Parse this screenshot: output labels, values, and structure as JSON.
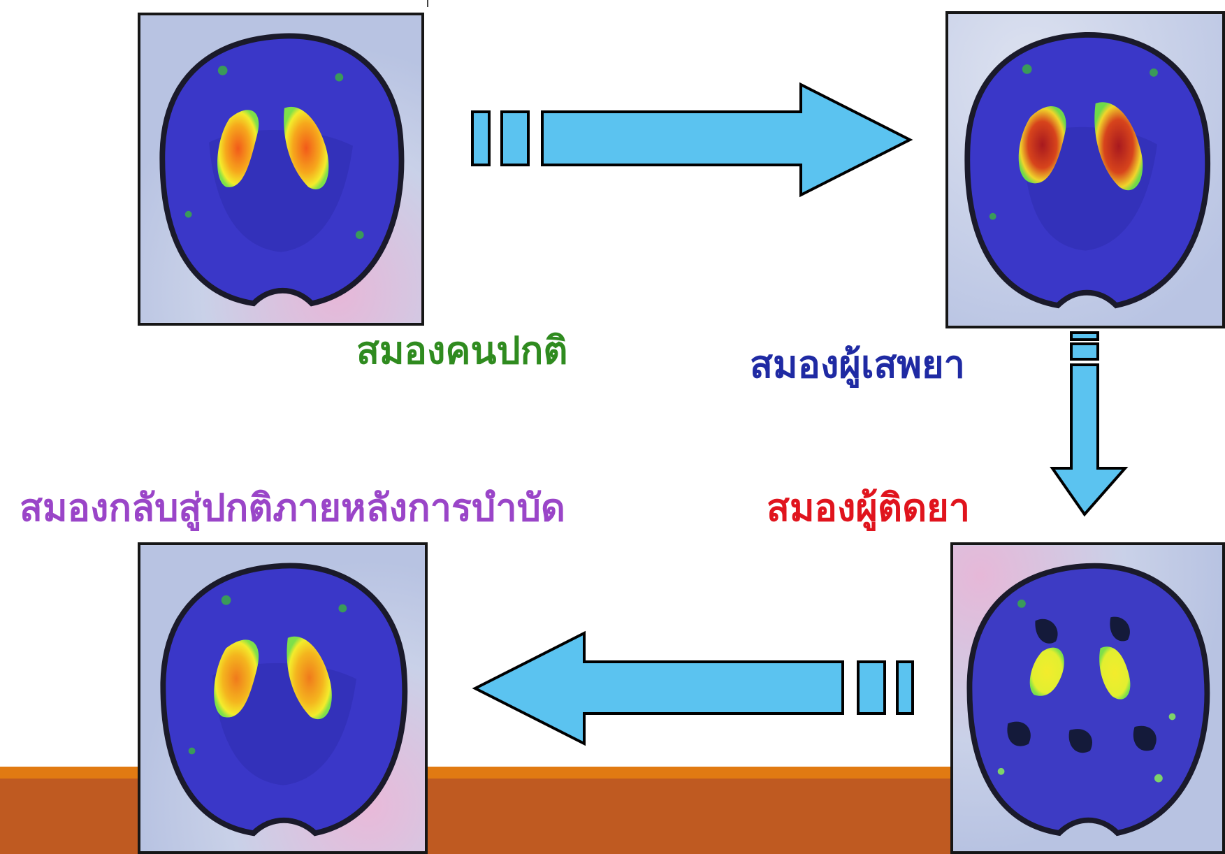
{
  "labels": {
    "normal": "สมองคนปกติ",
    "user": "สมองผู้เสพยา",
    "addict": "สมองผู้ติดยา",
    "recovered": "สมองกลับสู่ปกติภายหลังการบำบัด"
  },
  "colors": {
    "normal_label": "#2f8b1f",
    "user_label": "#1f2aa3",
    "addict_label": "#e0141d",
    "recovered_label": "#9a45c8",
    "arrow_fill": "#5bc3f0",
    "band_orange": "#e17a12",
    "band_rust": "#bf5a21",
    "brain_blue": "#3a37c8"
  },
  "arrows": [
    {
      "direction": "right",
      "from": "normal",
      "to": "user"
    },
    {
      "direction": "down",
      "from": "user",
      "to": "addict"
    },
    {
      "direction": "left",
      "from": "addict",
      "to": "recovered"
    }
  ]
}
